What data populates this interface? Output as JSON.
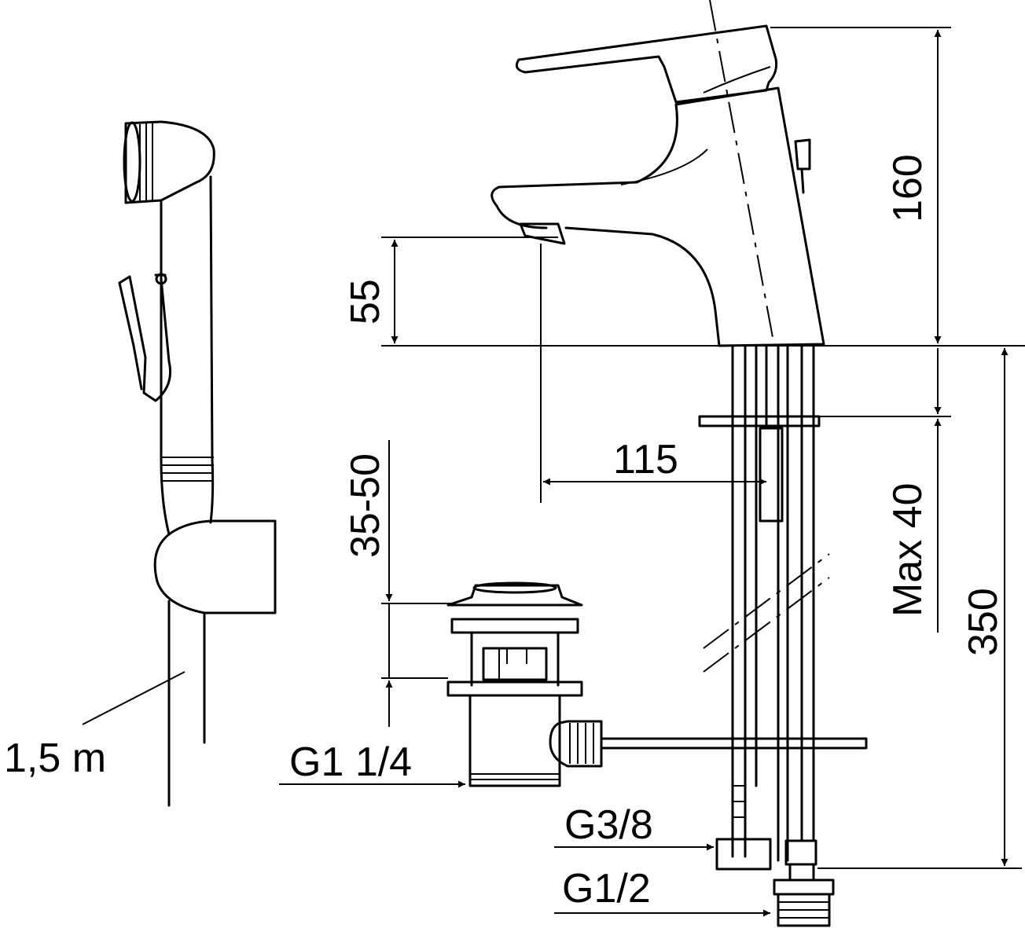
{
  "labels": {
    "hose_length": "1,5 m",
    "outlet_height": "55",
    "total_height": "160",
    "reach": "115",
    "deck_thickness": "35-50",
    "mounting_max": "Max 40",
    "pipe_length": "350",
    "waste_thread": "G1 1/4",
    "inlet_thread": "G3/8",
    "connection_thread": "G1/2"
  }
}
